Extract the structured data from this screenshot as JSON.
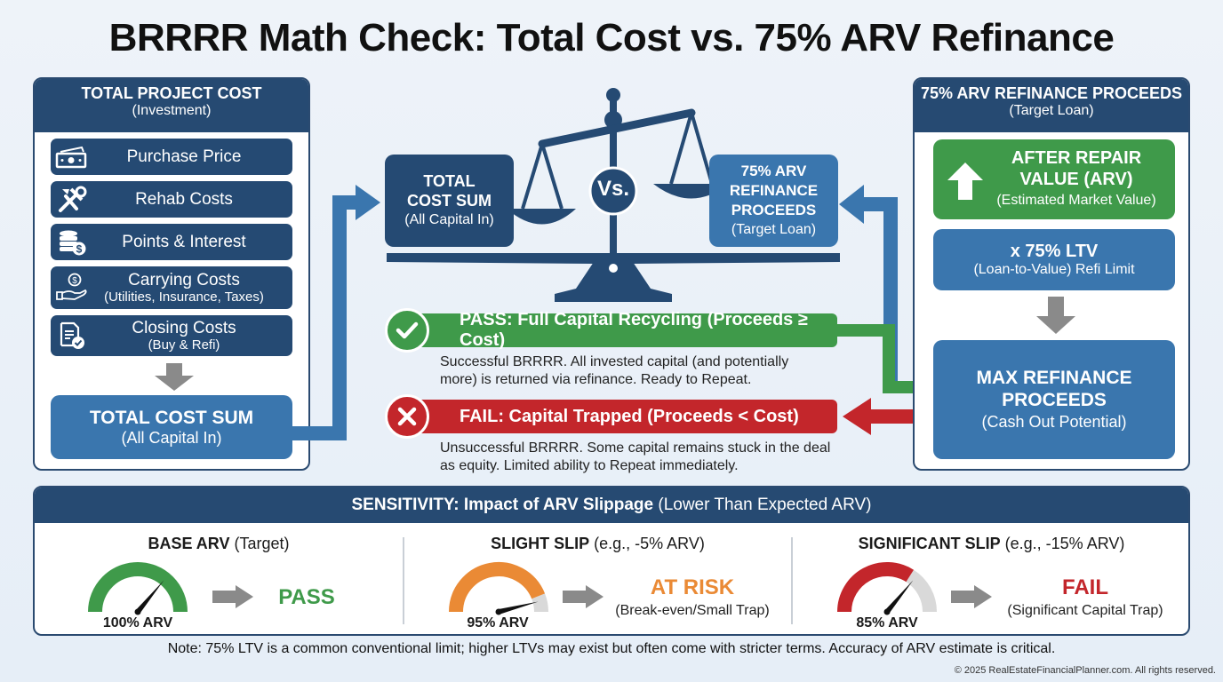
{
  "title": "BRRRR Math Check: Total Cost vs. 75% ARV Refinance",
  "left_panel": {
    "heading": "TOTAL PROJECT COST",
    "subheading": "(Investment)",
    "items": [
      {
        "label": "Purchase Price",
        "sub": "",
        "icon": "cash-icon"
      },
      {
        "label": "Rehab Costs",
        "sub": "",
        "icon": "tools-icon"
      },
      {
        "label": "Points & Interest",
        "sub": "",
        "icon": "coins-icon"
      },
      {
        "label": "Carrying Costs",
        "sub": "(Utilities, Insurance, Taxes)",
        "icon": "hand-dollar-icon"
      },
      {
        "label": "Closing Costs",
        "sub": "(Buy & Refi)",
        "icon": "document-check-icon"
      }
    ],
    "total": {
      "label": "TOTAL COST SUM",
      "sub": "(All Capital In)"
    }
  },
  "center": {
    "left_pan": {
      "label": "TOTAL COST SUM",
      "sub": "(All Capital In)"
    },
    "vs_label": "Vs.",
    "right_pan": {
      "label": "75% ARV REFINANCE PROCEEDS",
      "sub": "(Target Loan)"
    },
    "pass": {
      "label": "PASS: Full Capital Recycling (Proceeds ≥ Cost)",
      "desc": "Successful BRRRR. All invested capital (and potentially more) is returned via refinance. Ready to Repeat.",
      "color": "#3f9a4a"
    },
    "fail": {
      "label": "FAIL: Capital Trapped (Proceeds < Cost)",
      "desc": "Unsuccessful BRRRR. Some capital remains stuck in the deal as equity. Limited ability to Repeat immediately.",
      "color": "#c3262b"
    }
  },
  "right_panel": {
    "heading": "75% ARV REFINANCE PROCEEDS",
    "subheading": "(Target Loan)",
    "arv": {
      "label": "AFTER REPAIR VALUE (ARV)",
      "sub": "(Estimated Market Value)"
    },
    "ltv": {
      "label": "x 75% LTV",
      "sub": "(Loan-to-Value) Refi Limit"
    },
    "max": {
      "label": "MAX REFINANCE PROCEEDS",
      "sub": "(Cash Out Potential)"
    }
  },
  "sensitivity": {
    "heading_bold": "SENSITIVITY: Impact of ARV Slippage",
    "heading_rest": " (Lower Than Expected ARV)",
    "scenarios": [
      {
        "title_bold": "BASE ARV",
        "title_rest": " (Target)",
        "gauge_label": "100% ARV",
        "gauge_value": 100,
        "result": "PASS",
        "result_sub": "",
        "color": "#3f9a4a"
      },
      {
        "title_bold": "SLIGHT SLIP",
        "title_rest": " (e.g., -5% ARV)",
        "gauge_label": "95% ARV",
        "gauge_value": 95,
        "result": "AT RISK",
        "result_sub": "(Break-even/Small Trap)",
        "color": "#ea8a35"
      },
      {
        "title_bold": "SIGNIFICANT SLIP",
        "title_rest": " (e.g., -15% ARV)",
        "gauge_label": "85% ARV",
        "gauge_value": 85,
        "result": "FAIL",
        "result_sub": "(Significant Capital Trap)",
        "color": "#c3262b"
      }
    ]
  },
  "note": "Note: 75% LTV is a common conventional limit; higher LTVs may exist but often come with stricter terms. Accuracy of ARV estimate is critical.",
  "copyright": "© 2025 RealEstateFinancialPlanner.com. All rights reserved."
}
